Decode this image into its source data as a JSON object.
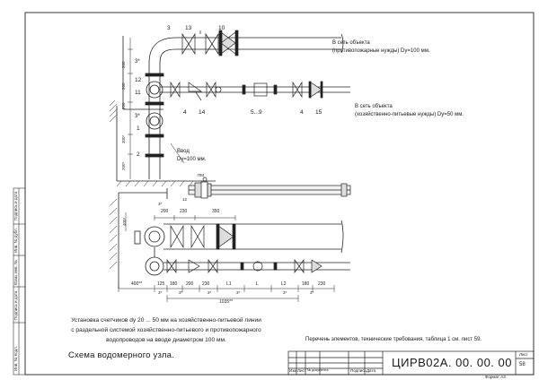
{
  "callouts": {
    "top": [
      "3",
      "13",
      "10"
    ],
    "left": [
      "3*",
      "12",
      "11",
      "3*",
      "1",
      "2"
    ],
    "bottom": [
      "4",
      "14",
      "5...9",
      "4",
      "15"
    ]
  },
  "side_dims": [
    "200",
    "200",
    "200",
    "300*",
    "200*"
  ],
  "outlets": {
    "fire": {
      "line1": "В сеть объекта",
      "line2": "(противопожарные нужды) Dy=100 мм."
    },
    "domestic": {
      "line1": "В сеть объекта",
      "line2": "(хозяйственно-питьевые нужды) Dy=50 мм."
    }
  },
  "inlet": {
    "line1": "Ввод",
    "line2": "Dy=100 мм."
  },
  "lower_view": {
    "top_dims": [
      "200",
      "230",
      "350"
    ],
    "side_dim": "400*",
    "star_labels": [
      "3*",
      "3*",
      "3*",
      "3*",
      "3*",
      "3*",
      "3*"
    ],
    "meter_marks": [
      "ПМ",
      "12"
    ],
    "bottom_dims": [
      "400**",
      "125",
      "180",
      "200",
      "230",
      "L1",
      "L",
      "L2",
      "180",
      "230"
    ],
    "total_dim": "1035**"
  },
  "note": {
    "line1": "Установка счетчиков dy 20 ... 50 мм  на хозяйственно-питьевой линии",
    "line2": "с раздельной  системой хозяйственно-питьевого и противопожарного",
    "line3": "водопроводов на вводе диаметром 100 мм."
  },
  "spec_note": "Перечень элементов, технические требования, таблица 1 см. лист 59.",
  "drawing_title": "Схема водомерного узла.",
  "stamp": {
    "headers": [
      "Изм",
      "Лист",
      "№ документа",
      "Подпись",
      "Дата"
    ],
    "code": "ЦИРВ02А. 00. 00. 00",
    "sheet_label": "Лист",
    "sheet_number": "58",
    "format": "Формат А3"
  },
  "margin_labels": [
    "Подпись и дата",
    "Инв. № дубл.",
    "Взам. инв. №",
    "Подпись и дата",
    "Инв. № подл."
  ]
}
